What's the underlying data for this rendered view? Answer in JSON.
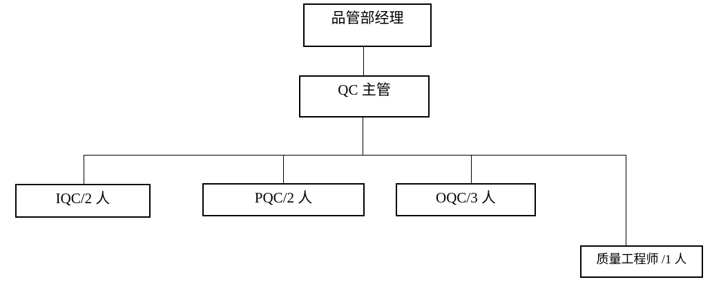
{
  "org_chart": {
    "manager": {
      "label": "品管部经理"
    },
    "qc_supervisor": {
      "label": "QC 主管"
    },
    "iqc": {
      "label": "IQC/2 人"
    },
    "pqc": {
      "label": "PQC/2 人"
    },
    "oqc": {
      "label": "OQC/3 人"
    },
    "quality_engineer": {
      "label": "质量工程师 /1 人"
    },
    "edges": [
      {
        "from": "品管部经理",
        "to": "QC 主管"
      },
      {
        "from": "QC 主管",
        "to": "IQC/2 人"
      },
      {
        "from": "QC 主管",
        "to": "PQC/2 人"
      },
      {
        "from": "QC 主管",
        "to": "OQC/3 人"
      },
      {
        "from": "QC 主管",
        "to": "质量工程师 /1 人"
      }
    ]
  },
  "colors": {
    "background": "#ffffff",
    "box_border": "#000000",
    "connector_line": "#000000",
    "text": "#000000"
  }
}
